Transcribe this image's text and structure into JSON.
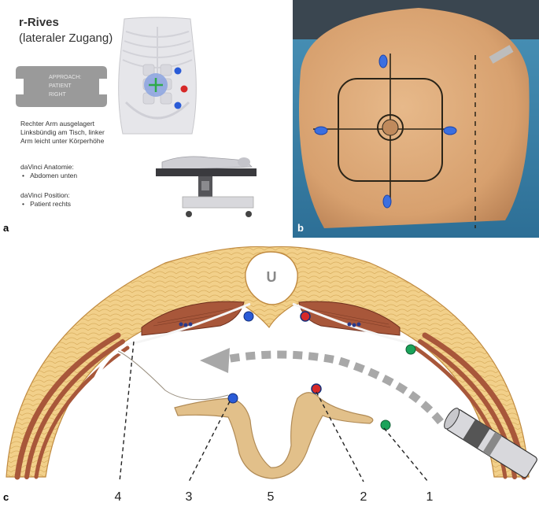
{
  "panel_a": {
    "letter": "a",
    "title": "r-Rives",
    "subtitle": "(lateraler Zugang)",
    "approach_tag": [
      "APPROACH:",
      "PATIENT",
      "RIGHT"
    ],
    "arm_note": [
      "Rechter Arm ausgelagert",
      "Linksbündig am Tisch, linker",
      "Arm leicht unter Körperhöhe"
    ],
    "anatomy_heading": "daVinci Anatomie:",
    "anatomy_item": "Abdomen unten",
    "position_heading": "daVinci Position:",
    "position_item": "Patient rechts",
    "bullet": "•",
    "colors": {
      "port_blue": "#2a5bd7",
      "port_red": "#d62828",
      "target": "#8fa6e0",
      "cross": "#2eaa4a"
    }
  },
  "panel_b": {
    "letter": "b"
  },
  "panel_c": {
    "letter": "c",
    "umbilicus_label": "U",
    "callouts": [
      "4",
      "3",
      "5",
      "2",
      "1"
    ],
    "colors": {
      "fat": "#f2d08a",
      "muscle": "#a8573a",
      "peritoneum": "#e2c08a",
      "blue": "#2a5bd7",
      "red": "#d62828",
      "green": "#1aa35a",
      "arrow": "#a8a8a8"
    }
  }
}
